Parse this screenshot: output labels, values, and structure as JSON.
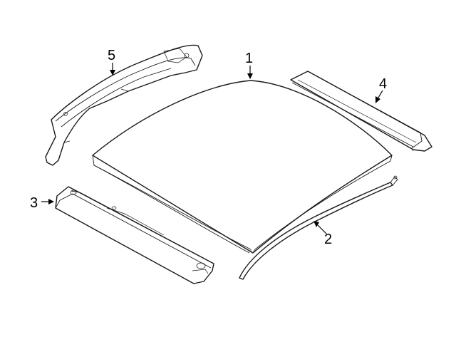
{
  "diagram": {
    "callouts": [
      {
        "id": "roof-panel",
        "label": "1"
      },
      {
        "id": "drip-molding",
        "label": "2"
      },
      {
        "id": "rear-header",
        "label": "3"
      },
      {
        "id": "front-header",
        "label": "4"
      },
      {
        "id": "side-rail",
        "label": "5"
      }
    ]
  },
  "colors": {
    "line": "#1a1a1a",
    "background": "#ffffff"
  }
}
